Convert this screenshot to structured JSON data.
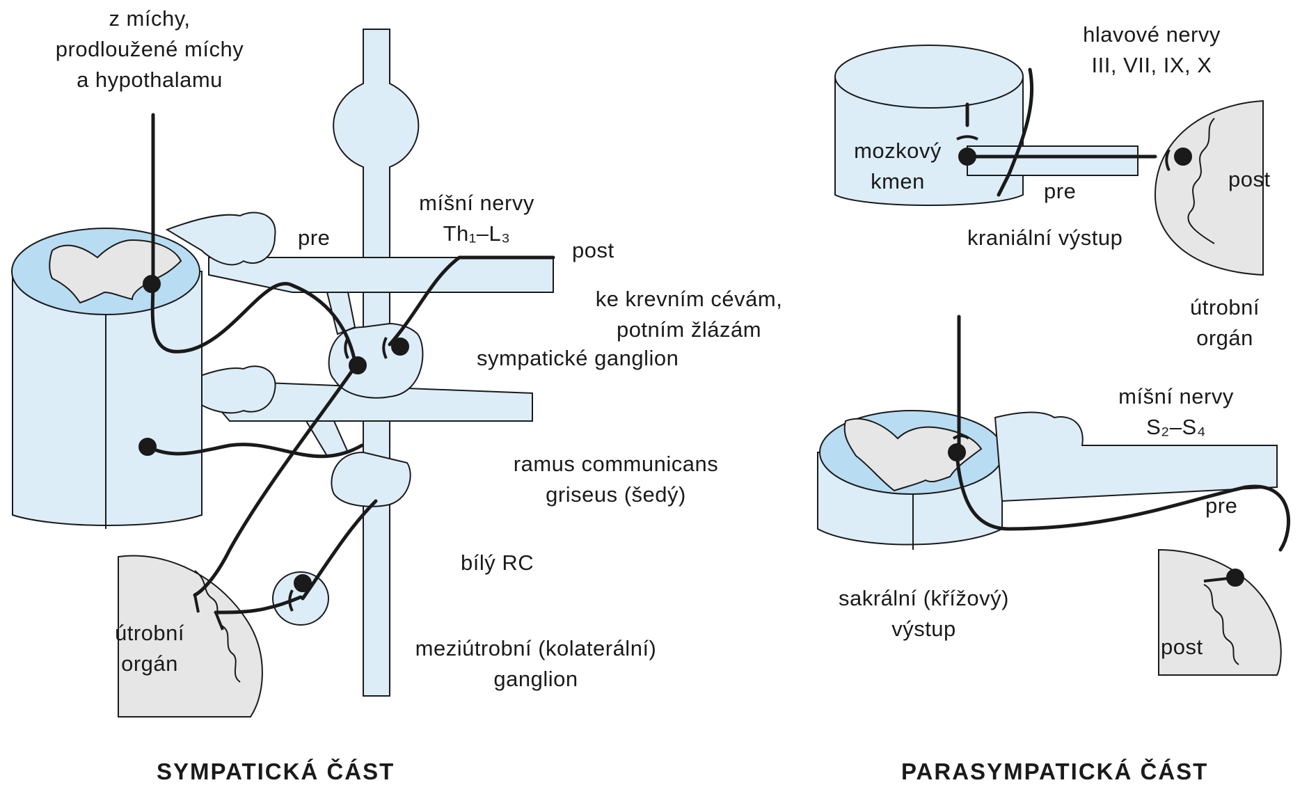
{
  "colors": {
    "tissue_light": "#dcedf8",
    "tissue_mid": "#b8dcf2",
    "grey_matter": "#e6e6e6",
    "outline": "#1a1a1a",
    "organ_fill": "#e6e6e6"
  },
  "sympathetic": {
    "title": "SYMPATICKÁ ČÁST",
    "origin": [
      "z míchy,",
      "prodloužené míchy",
      "a hypothalamu"
    ],
    "pre": "pre",
    "spinal_nerves_line1": "míšní nervy",
    "spinal_nerves_line2": "Th₁–L₃",
    "post": "post",
    "vessels_line1": "ke krevním cévám,",
    "vessels_line2": "potním žlázám",
    "ganglion": "sympatické ganglion",
    "ramus_line1": "ramus communicans",
    "ramus_line2": "griseus (šedý)",
    "white_rc": "bílý RC",
    "organ_line1": "útrobní",
    "organ_line2": "orgán",
    "collateral_line1": "meziútrobní (kolaterální)",
    "collateral_line2": "ganglion"
  },
  "parasympathetic": {
    "title": "PARASYMPATICKÁ ČÁST",
    "cranial_nerves_line1": "hlavové nervy",
    "cranial_nerves_line2": "III, VII, IX, X",
    "brainstem_line1": "mozkový",
    "brainstem_line2": "kmen",
    "pre_cranial": "pre",
    "post_cranial": "post",
    "cranial_outflow": "kraniální výstup",
    "organ_line1": "útrobní",
    "organ_line2": "orgán",
    "spinal_nerves_line1": "míšní nervy",
    "spinal_nerves_line2": "S₂–S₄",
    "pre_sacral": "pre",
    "sacral_line1": "sakrální (křížový)",
    "sacral_line2": "výstup",
    "post_sacral": "post"
  }
}
